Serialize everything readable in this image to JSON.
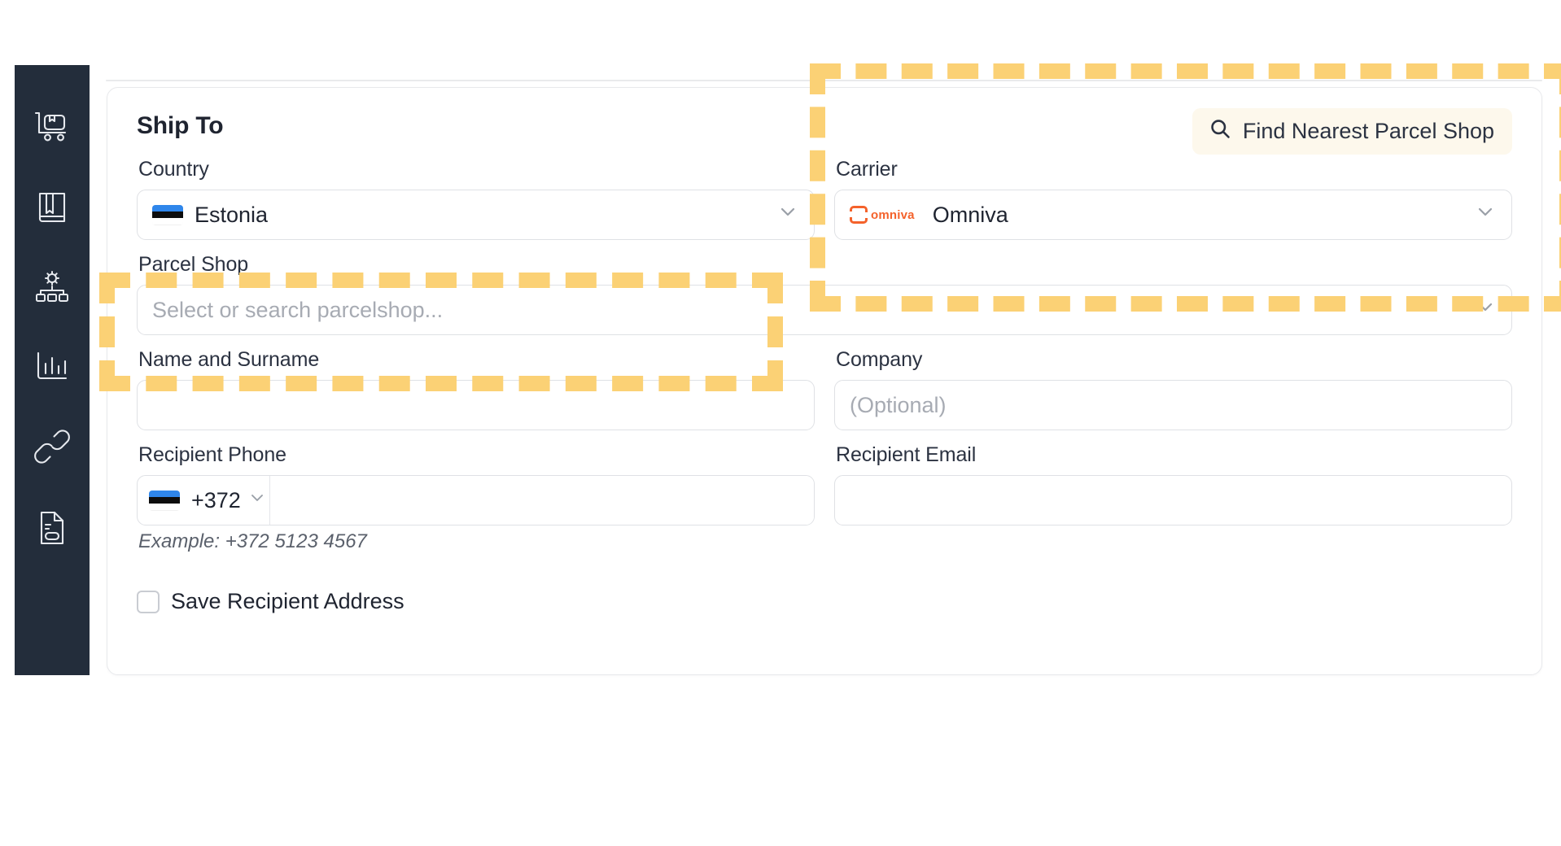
{
  "app": {
    "accent_yellow": "#fbd175",
    "sidebar_bg": "#232d3b",
    "card_bg": "#ffffff",
    "page_bg": "#ffffff",
    "omniva_orange": "#f4622b",
    "find_button_bg": "#fdf8ec"
  },
  "sidebar": {
    "items": [
      {
        "icon": "parcel-cart-icon",
        "name": "shipments"
      },
      {
        "icon": "address-book-icon",
        "name": "address-book"
      },
      {
        "icon": "automation-gear-icon",
        "name": "automations"
      },
      {
        "icon": "bar-chart-icon",
        "name": "analytics"
      },
      {
        "icon": "link-chain-icon",
        "name": "integrations"
      }
    ],
    "bottom_items": [
      {
        "icon": "invoice-document-icon",
        "name": "invoices"
      }
    ]
  },
  "card": {
    "title": "Ship To",
    "find_nearest_button": {
      "label": "Find Nearest Parcel Shop",
      "icon": "search-icon"
    },
    "fields": {
      "country": {
        "label": "Country",
        "value": "Estonia",
        "flag": "estonia-flag",
        "placeholder": ""
      },
      "carrier": {
        "label": "Carrier",
        "value": "Omniva",
        "logo": "omniva-logo",
        "logo_text": "omniva"
      },
      "parcel_shop": {
        "label": "Parcel Shop",
        "value": "",
        "placeholder": "Select or search parcelshop..."
      },
      "parcel_shop_right": {
        "label": "",
        "value": "",
        "placeholder": ""
      },
      "name_surname": {
        "label": "Name and Surname",
        "value": "",
        "placeholder": ""
      },
      "company": {
        "label": "Company",
        "value": "",
        "placeholder": "(Optional)"
      },
      "recipient_phone": {
        "label": "Recipient Phone",
        "country_code": "+372",
        "flag": "estonia-flag",
        "value": "",
        "placeholder": "",
        "hint": "Example: +372 5123 4567"
      },
      "recipient_email": {
        "label": "Recipient Email",
        "value": "",
        "placeholder": ""
      }
    },
    "save_recipient": {
      "label": "Save Recipient Address",
      "checked": false
    }
  },
  "highlights": [
    {
      "name": "carrier-region-highlight",
      "color": "#fbd175"
    },
    {
      "name": "parcel-shop-highlight",
      "color": "#fbd175"
    }
  ]
}
